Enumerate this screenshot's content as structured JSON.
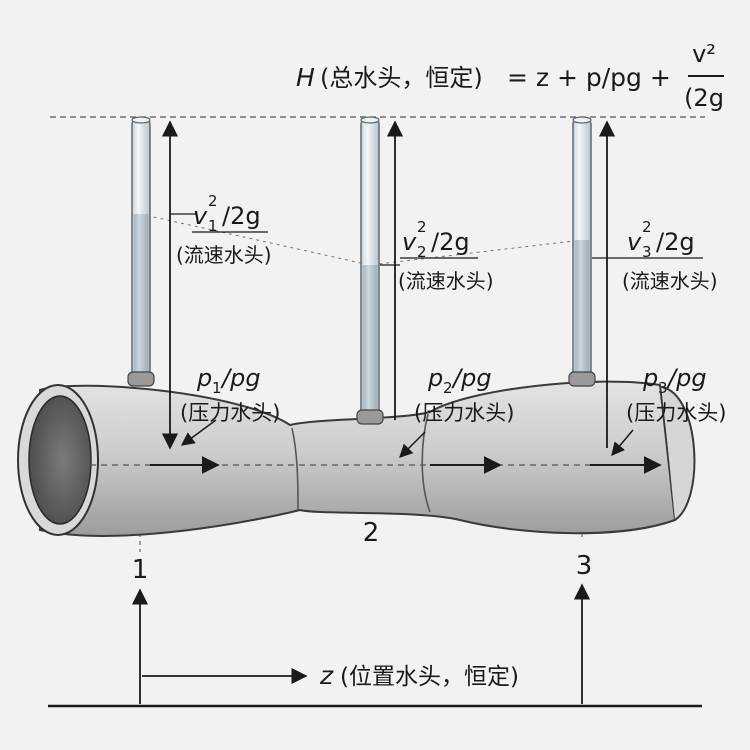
{
  "header_formula": {
    "lhs_var": "H",
    "lhs_desc": "(总水头，恒定)",
    "rhs": "= z + p/pg +",
    "frac_num": "v²",
    "frac_den": "(2g"
  },
  "tubes": [
    {
      "velocity_head": {
        "base": "v",
        "sup": "2",
        "sub": "1",
        "rest": "/2g",
        "desc": "(流速水头)"
      },
      "pressure_head": {
        "base": "p",
        "sub": "1",
        "rest": "/pg",
        "desc": "(压力水头)"
      },
      "section_label": "1"
    },
    {
      "velocity_head": {
        "base": "v",
        "sup": "2",
        "sub": "2",
        "rest": "/2g",
        "desc": "(流速水头)"
      },
      "pressure_head": {
        "base": "p",
        "sub": "2",
        "rest": "/pg",
        "desc": "(压力水头)"
      },
      "section_label": "2"
    },
    {
      "velocity_head": {
        "base": "v",
        "sup": "2",
        "sub": "3",
        "rest": "/2g",
        "desc": "(流速水头)"
      },
      "pressure_head": {
        "base": "p",
        "sub": "3",
        "rest": "/pg",
        "desc": "(压力水头)"
      },
      "section_label": "3"
    }
  ],
  "elevation_head": {
    "var": "z",
    "desc": "(位置水头，恒定)"
  },
  "colors": {
    "pipe_fill": "#cfcfcf",
    "pipe_shadow": "#a9a9a9",
    "tube_glass": "#e8eef2",
    "tube_water": "#b9c7d0",
    "line": "#1a1a1a"
  }
}
